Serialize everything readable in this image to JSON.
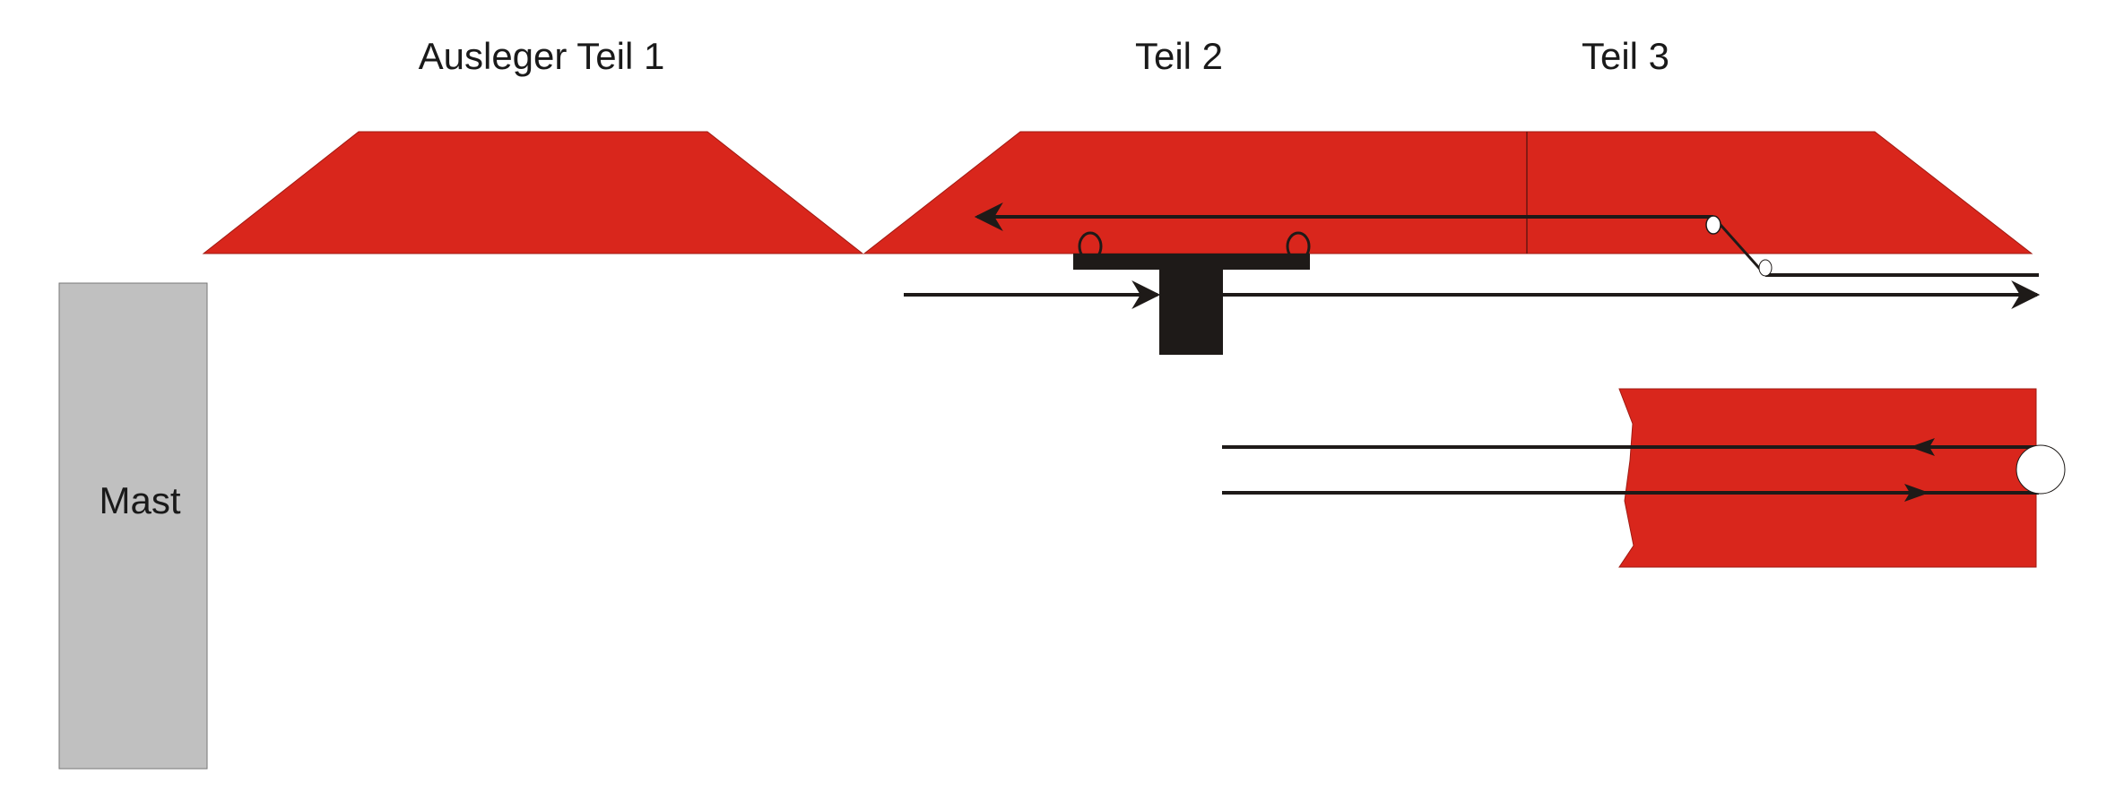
{
  "labels": {
    "part1": "Ausleger Teil 1",
    "part2": "Teil 2",
    "part3": "Teil 3",
    "mast": "Mast"
  },
  "colors": {
    "boom": "#d9261c",
    "mast": "#c0c0c0",
    "line": "#1e1a18"
  }
}
